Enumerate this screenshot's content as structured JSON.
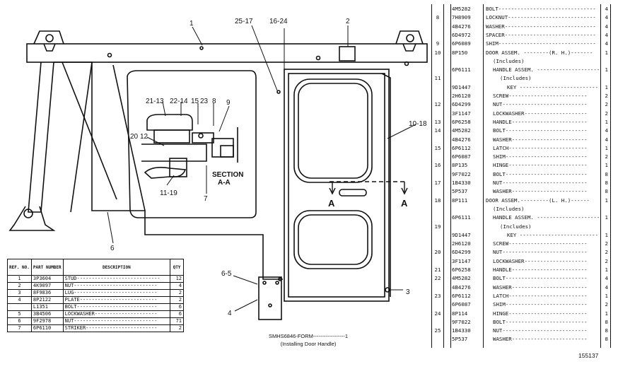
{
  "callouts": {
    "c1": "1",
    "c2": "2",
    "c25_17": "25-17",
    "c16_24": "16-24",
    "c10_18": "10-18",
    "c21_13": "21-13",
    "c22_14": "22-14",
    "c15": "15",
    "c23": "23",
    "c8": "8",
    "c9": "9",
    "c20": "20",
    "c12": "12",
    "c11_19": "11-19",
    "c7": "7",
    "c6": "6",
    "c6_5": "6-5",
    "c4": "4",
    "c3": "3",
    "section_line1": "SECTION",
    "section_line2": "A-A",
    "a_left": "A",
    "a_right": "A"
  },
  "small_table": {
    "headers": {
      "ref": "REF. NO.",
      "part": "PART NUMBER",
      "desc": "DESCRIPTION",
      "qty": "QTY"
    },
    "rows": [
      {
        "ref": "1",
        "part": "3P3604",
        "desc": "STUD----------------------------",
        "qty": "12"
      },
      {
        "ref": "2",
        "part": "4K9097",
        "desc": "NUT----------------------------",
        "qty": "4"
      },
      {
        "ref": "3",
        "part": "8F9836",
        "desc": "LUG----------------------------",
        "qty": "2"
      },
      {
        "ref": "4",
        "part": "8P2122",
        "desc": "PLATE--------------------------",
        "qty": "2"
      },
      {
        "ref": "",
        "part": "L1351",
        "desc": "BOLT---------------------------",
        "qty": "6"
      },
      {
        "ref": "5",
        "part": "3B4506",
        "desc": "LOCKWASHER---------------------",
        "qty": "6"
      },
      {
        "ref": "6",
        "part": "9F2978",
        "desc": "NUT----------------------------",
        "qty": "71"
      },
      {
        "ref": "7",
        "part": "6P6110",
        "desc": "STRIKER------------------------",
        "qty": "2"
      }
    ]
  },
  "caption": {
    "line1": "SMHS6846-FORM------------------1",
    "line2": "(Installing Door Handle)"
  },
  "drawing_number": "155137",
  "parts_list": [
    {
      "ref": "",
      "part": "4M5282",
      "desc": "BOLT-------------------------------",
      "indent": 0,
      "qty": "4"
    },
    {
      "ref": "8",
      "part": "7H8909",
      "desc": "LOCKNUT----------------------------",
      "indent": 0,
      "qty": "4"
    },
    {
      "ref": "",
      "part": "4B4276",
      "desc": "WASHER-----------------------------",
      "indent": 0,
      "qty": "4"
    },
    {
      "ref": "",
      "part": "6D4972",
      "desc": "SPACER-----------------------------",
      "indent": 0,
      "qty": "4"
    },
    {
      "ref": "9",
      "part": "6P6089",
      "desc": "SHIM-------------------------------",
      "indent": 0,
      "qty": "4"
    },
    {
      "ref": "10",
      "part": "8P150",
      "desc": "DOOR ASSEM. --------(R. H.)-------",
      "indent": 0,
      "qty": "1"
    },
    {
      "ref": "",
      "part": "",
      "desc": "(Includes)",
      "indent": 1,
      "qty": ""
    },
    {
      "ref": "",
      "part": "6P6111",
      "desc": "HANDLE ASSEM. ----------------------",
      "indent": 1,
      "qty": "1"
    },
    {
      "ref": "11",
      "part": "",
      "desc": "(Includes)",
      "indent": 2,
      "qty": ""
    },
    {
      "ref": "",
      "part": "9D1447",
      "desc": "KEY ---------------------------",
      "indent": 3,
      "qty": "1"
    },
    {
      "ref": "",
      "part": "2H6120",
      "desc": "SCREW-------------------------",
      "indent": 1,
      "qty": "2"
    },
    {
      "ref": "12",
      "part": "6D4299",
      "desc": "NUT---------------------------",
      "indent": 1,
      "qty": "2"
    },
    {
      "ref": "",
      "part": "3F1147",
      "desc": "LOCKWASHER--------------------",
      "indent": 1,
      "qty": "2"
    },
    {
      "ref": "13",
      "part": "6P6258",
      "desc": "HANDLE------------------------",
      "indent": 1,
      "qty": "1"
    },
    {
      "ref": "14",
      "part": "4M5282",
      "desc": "BOLT--------------------------",
      "indent": 1,
      "qty": "4"
    },
    {
      "ref": "",
      "part": "4B4276",
      "desc": "WASHER------------------------",
      "indent": 1,
      "qty": "4"
    },
    {
      "ref": "15",
      "part": "6P6112",
      "desc": "LATCH-------------------------",
      "indent": 1,
      "qty": "1"
    },
    {
      "ref": "",
      "part": "6P6087",
      "desc": "SHIM--------------------------",
      "indent": 1,
      "qty": "2"
    },
    {
      "ref": "16",
      "part": "8P135",
      "desc": "HINGE-------------------------",
      "indent": 1,
      "qty": "1"
    },
    {
      "ref": "",
      "part": "9F7022",
      "desc": "BOLT--------------------------",
      "indent": 1,
      "qty": "8"
    },
    {
      "ref": "17",
      "part": "1B4330",
      "desc": "NUT---------------------------",
      "indent": 1,
      "qty": "8"
    },
    {
      "ref": "",
      "part": "5P537",
      "desc": "WASHER------------------------",
      "indent": 1,
      "qty": "8"
    },
    {
      "ref": "18",
      "part": "8P111",
      "desc": "DOOR ASSEM.---------(L. H.)------",
      "indent": 0,
      "qty": "1"
    },
    {
      "ref": "",
      "part": "",
      "desc": "(Includes)",
      "indent": 1,
      "qty": ""
    },
    {
      "ref": "",
      "part": "6P6111",
      "desc": "HANDLE ASSEM. ----------------------",
      "indent": 1,
      "qty": "1"
    },
    {
      "ref": "19",
      "part": "",
      "desc": "(Includes)",
      "indent": 2,
      "qty": ""
    },
    {
      "ref": "",
      "part": "9D1447",
      "desc": "KEY ---------------------------",
      "indent": 3,
      "qty": "1"
    },
    {
      "ref": "",
      "part": "2H6120",
      "desc": "SCREW-------------------------",
      "indent": 1,
      "qty": "2"
    },
    {
      "ref": "20",
      "part": "6D4299",
      "desc": "NUT---------------------------",
      "indent": 1,
      "qty": "2"
    },
    {
      "ref": "",
      "part": "3F1147",
      "desc": "LOCKWASHER--------------------",
      "indent": 1,
      "qty": "2"
    },
    {
      "ref": "21",
      "part": "6P6258",
      "desc": "HANDLE------------------------",
      "indent": 1,
      "qty": "1"
    },
    {
      "ref": "22",
      "part": "4M5282",
      "desc": "BOLT--------------------------",
      "indent": 1,
      "qty": "4"
    },
    {
      "ref": "",
      "part": "4B4276",
      "desc": "WASHER------------------------",
      "indent": 1,
      "qty": "4"
    },
    {
      "ref": "23",
      "part": "6P6112",
      "desc": "LATCH-------------------------",
      "indent": 1,
      "qty": "1"
    },
    {
      "ref": "",
      "part": "6P6087",
      "desc": "SHIM--------------------------",
      "indent": 1,
      "qty": "2"
    },
    {
      "ref": "24",
      "part": "8P114",
      "desc": "HINGE-------------------------",
      "indent": 1,
      "qty": "1"
    },
    {
      "ref": "",
      "part": "9F7022",
      "desc": "BOLT--------------------------",
      "indent": 1,
      "qty": "8"
    },
    {
      "ref": "25",
      "part": "1B4330",
      "desc": "NUT---------------------------",
      "indent": 1,
      "qty": "8"
    },
    {
      "ref": "",
      "part": "5P537",
      "desc": "WASHER------------------------",
      "indent": 1,
      "qty": "8"
    }
  ]
}
